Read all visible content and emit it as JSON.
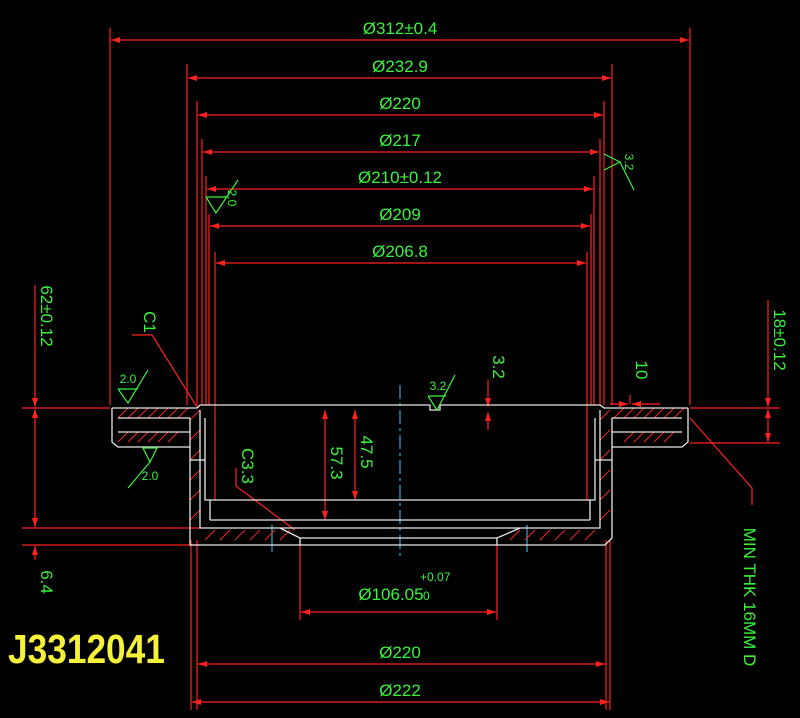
{
  "part_number": "J3312041",
  "colors": {
    "background": "#000000",
    "dimension_lines": "#ff2020",
    "dimension_text": "#3cf23c",
    "outline": "#e8e8e8",
    "centerline": "#2fd0ff",
    "part_number": "#f6f23a"
  },
  "dimensions": {
    "outer_diameter": "Ø312±0.4",
    "hat_diameter": "Ø232.9",
    "d220_top": "Ø220",
    "d217": "Ø217",
    "d210": "Ø210±0.12",
    "d209": "Ø209",
    "d206_8": "Ø206.8",
    "total_height": "62±0.12",
    "disc_thickness": "18±0.12",
    "hat_depth_outer": "57.3",
    "hat_depth_inner": "47.5",
    "hat_thickness": "6.4",
    "top_gap": "3.2",
    "rim_width": "10",
    "chamfer_1": "C1",
    "chamfer_3_3": "C3.3",
    "bore_diameter": "Ø106.05",
    "bore_tol_upper": "+0.07",
    "bore_tol_lower": "0",
    "d220_bottom": "Ø220",
    "d222": "Ø222",
    "min_thickness": "MIN THK 16MM D"
  },
  "roughness": {
    "upper_left": "2.0",
    "upper_right": "3.2",
    "flange_top": "2.0",
    "flange_bottom": "2.0",
    "hat_top": "3.2"
  }
}
